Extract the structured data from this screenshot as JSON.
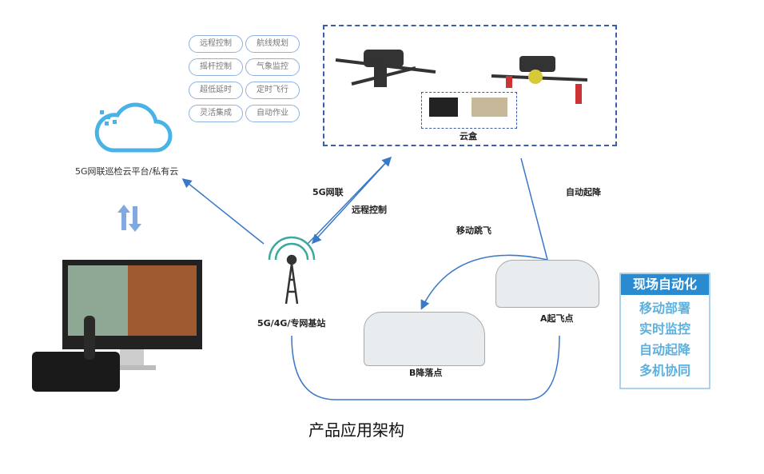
{
  "features": [
    "远程控制",
    "航线规划",
    "摇杆控制",
    "气象监控",
    "超低延时",
    "定时飞行",
    "灵活集成",
    "自动作业"
  ],
  "labels": {
    "cloud_platform": "5G网联巡检云平台/私有云",
    "cloud_box": "云盒",
    "network": "5G网联",
    "remote": "远程控制",
    "auto_land": "自动起降",
    "move_jump": "移动跳飞",
    "base_station": "5G/4G/专网基站",
    "point_a": "A起飞点",
    "point_b": "B降落点"
  },
  "automation": {
    "title": "现场自动化",
    "items": [
      "移动部署",
      "实时监控",
      "自动起降",
      "多机协同"
    ]
  },
  "caption": "产品应用架构",
  "colors": {
    "arrow": "#3a78c8",
    "accent": "#2a8bd0"
  }
}
